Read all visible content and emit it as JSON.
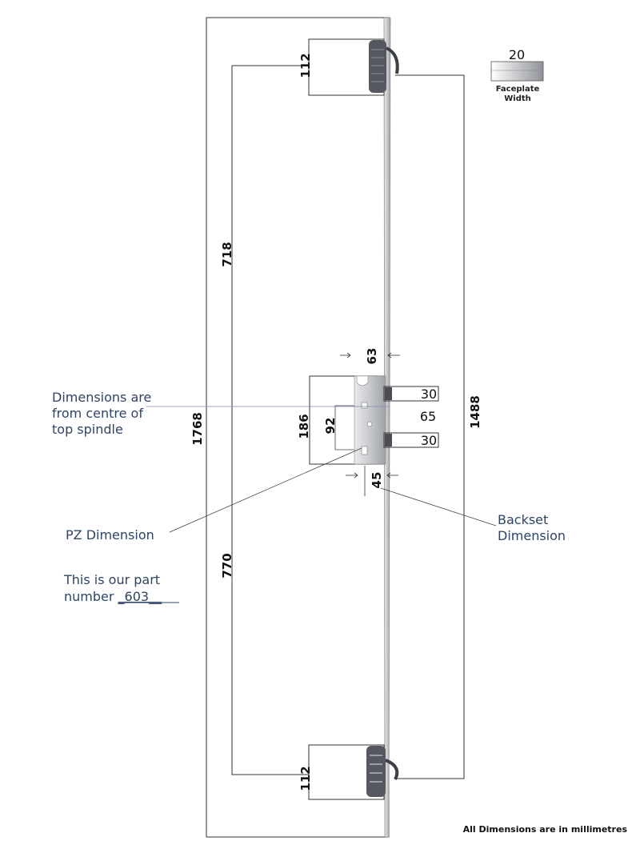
{
  "dimensions": {
    "overall_height": "1768",
    "top_to_center": "718",
    "center_to_bottom": "770",
    "hook_span": "1488",
    "top_hook_height": "112",
    "bottom_hook_height": "112",
    "gearbox_height": "186",
    "pz": "92",
    "faceplate_offset": "63",
    "backset": "45",
    "latch_upper": "30",
    "latch_lower": "30",
    "latch_gap": "65",
    "faceplate_width": "20"
  },
  "labels": {
    "faceplate_width_line1": "Faceplate",
    "faceplate_width_line2": "Width",
    "centre_note_line1": "Dimensions are",
    "centre_note_line2": "from centre of",
    "centre_note_line3": "top spindle",
    "pz_label": "PZ Dimension",
    "backset_line1": "Backset",
    "backset_line2": "Dimension",
    "part_line1": "This is our part",
    "part_line2_prefix": "number ",
    "part_number": "_603__",
    "footer": "All Dimensions are in millimetres"
  },
  "colors": {
    "text_blue": "#2f4466",
    "hook_dark": "#55585e",
    "faceplate_grey": "#c9cbcf"
  }
}
